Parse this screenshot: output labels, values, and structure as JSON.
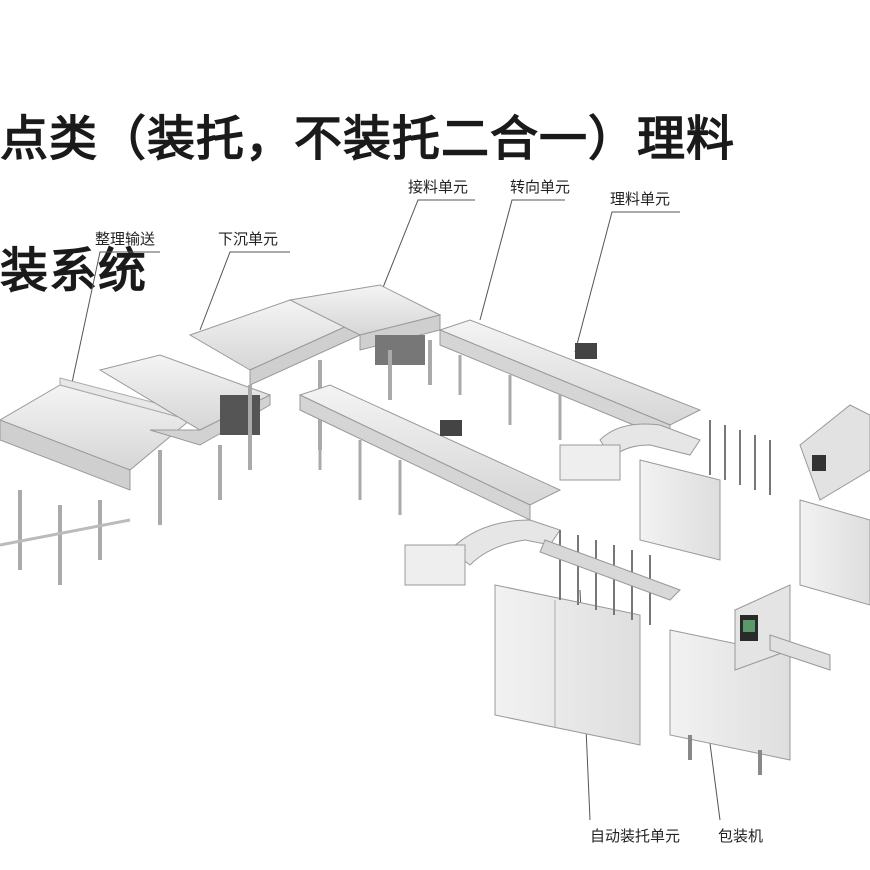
{
  "title_line1": "点类（装托，不装托二合一）理料",
  "title_line2": "装系统",
  "labels": {
    "zhengli_shusong": "整理输送",
    "xiachen_danyuan": "下沉单元",
    "jieliao_danyuan": "接料单元",
    "zhuanxiang_danyuan": "转向单元",
    "liliao_danyuan": "理料单元",
    "zidong_zhuangtuo_danyuan": "自动装托单元",
    "baozhuangji": "包装机"
  }
}
